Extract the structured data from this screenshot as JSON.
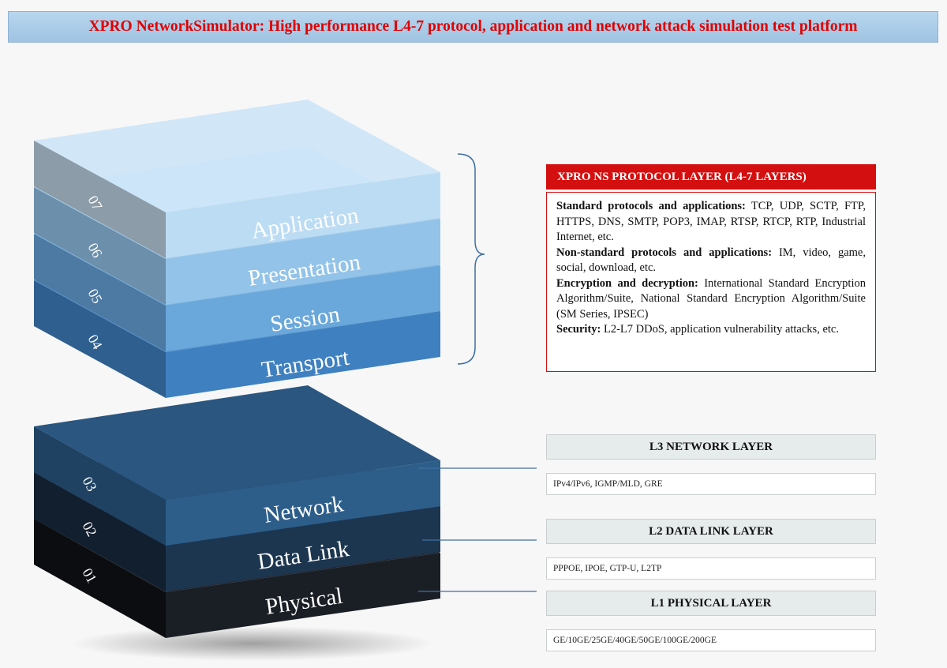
{
  "title": "XPRO NetworkSimulator: High performance L4-7 protocol, application and network attack simulation test platform",
  "upper_stack": [
    {
      "num": "07",
      "name": "Application"
    },
    {
      "num": "06",
      "name": "Presentation"
    },
    {
      "num": "05",
      "name": "Session"
    },
    {
      "num": "04",
      "name": "Transport"
    }
  ],
  "lower_stack": [
    {
      "num": "03",
      "name": "Network"
    },
    {
      "num": "02",
      "name": "Data Link"
    },
    {
      "num": "01",
      "name": "Physical"
    }
  ],
  "protocol_panel": {
    "header": "XPRO NS PROTOCOL LAYER (L4-7 LAYERS)",
    "items": [
      {
        "label": "Standard protocols and applications:",
        "text": " TCP, UDP, SCTP, FTP, HTTPS, DNS, SMTP, POP3, IMAP, RTSP, RTCP, RTP, Industrial Internet, etc."
      },
      {
        "label": "Non-standard protocols and applications:",
        "text": " IM, video, game, social, download, etc."
      },
      {
        "label": "Encryption and decryption:",
        "text": " International Standard Encryption Algorithm/Suite, National Standard Encryption Algorithm/Suite (SM Series, IPSEC)"
      },
      {
        "label": "Security:",
        "text": " L2-L7 DDoS, application vulnerability attacks, etc."
      }
    ]
  },
  "l3": {
    "header": "L3 NETWORK LAYER",
    "desc": "IPv4/IPv6, IGMP/MLD, GRE"
  },
  "l2": {
    "header": "L2 DATA LINK LAYER",
    "desc": "PPPOE, IPOE, GTP-U, L2TP"
  },
  "l1": {
    "header": "L1 PHYSICAL LAYER",
    "desc": "GE/10GE/25GE/40GE/50GE/100GE/200GE"
  },
  "colors": {
    "title_text": "#e00000",
    "title_bg": "#a9cbe8",
    "panel_red": "#d40f0f",
    "application": "#bcdcf3",
    "presentation": "#93c3e8",
    "session": "#6aa8db",
    "transport": "#3f7fbf",
    "network": "#2a5a86",
    "data_link": "#1b3550",
    "physical": "#14181d"
  }
}
